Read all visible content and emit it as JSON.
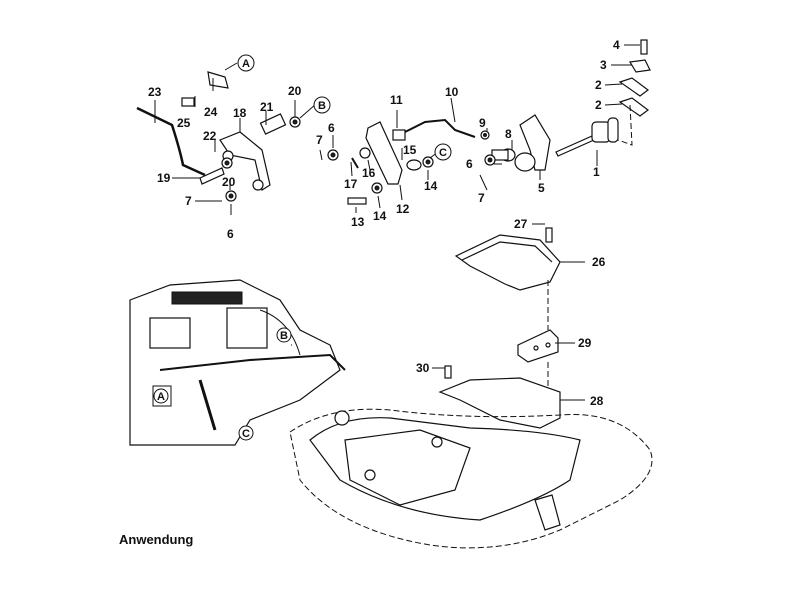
{
  "caption": "Anwendung",
  "reference_markers": [
    "A",
    "B",
    "C"
  ],
  "inset_markers": [
    "A",
    "B",
    "C"
  ],
  "callouts": [
    {
      "num": "1"
    },
    {
      "num": "2"
    },
    {
      "num": "2"
    },
    {
      "num": "3"
    },
    {
      "num": "4"
    },
    {
      "num": "5"
    },
    {
      "num": "6"
    },
    {
      "num": "6"
    },
    {
      "num": "6"
    },
    {
      "num": "7"
    },
    {
      "num": "7"
    },
    {
      "num": "7"
    },
    {
      "num": "8"
    },
    {
      "num": "9"
    },
    {
      "num": "10"
    },
    {
      "num": "11"
    },
    {
      "num": "12"
    },
    {
      "num": "13"
    },
    {
      "num": "14"
    },
    {
      "num": "14"
    },
    {
      "num": "15"
    },
    {
      "num": "16"
    },
    {
      "num": "17"
    },
    {
      "num": "18"
    },
    {
      "num": "19"
    },
    {
      "num": "20"
    },
    {
      "num": "20"
    },
    {
      "num": "21"
    },
    {
      "num": "22"
    },
    {
      "num": "23"
    },
    {
      "num": "24"
    },
    {
      "num": "25"
    },
    {
      "num": "26"
    },
    {
      "num": "27"
    },
    {
      "num": "28"
    },
    {
      "num": "29"
    },
    {
      "num": "30"
    }
  ]
}
